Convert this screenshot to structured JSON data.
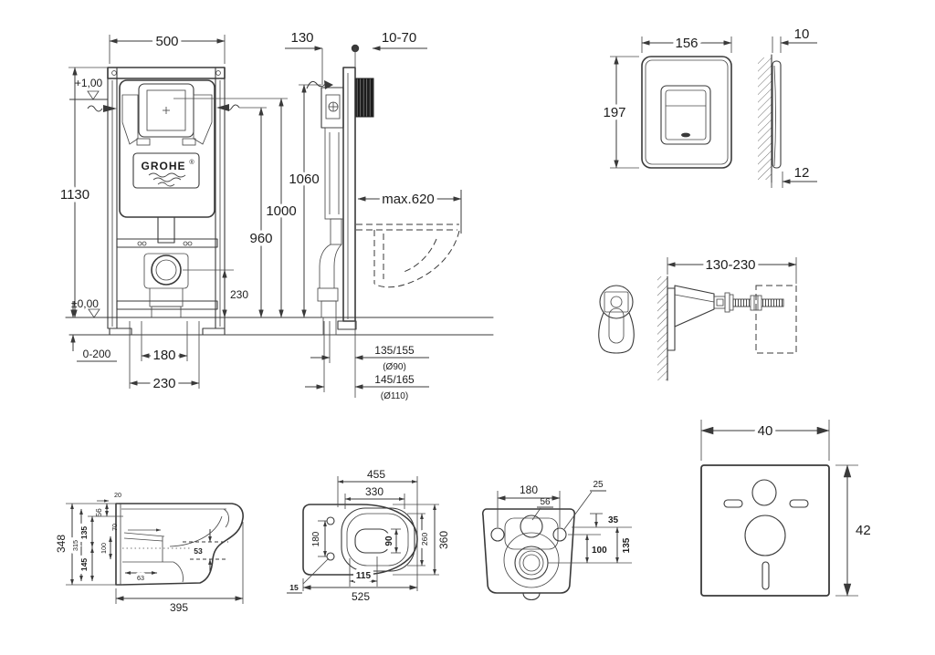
{
  "document": {
    "type": "technical installation drawing",
    "brand_logo": "GROHE",
    "brand_reg": "®"
  },
  "views": {
    "frame_front": {
      "dims": {
        "width": "500",
        "height": "1130",
        "actuator_level": "+1,00",
        "floor_level": "±0,00",
        "foot_adjust": "0-200",
        "bolt_spacing": "180",
        "outlet_spacing": "230",
        "outlet_height": "230",
        "inlet_height": "960",
        "actuator_height": "1000",
        "top_height": "1060"
      }
    },
    "frame_side": {
      "dims": {
        "frame_depth": "130",
        "wall_thickness": "10-70",
        "max_reach": "max.620",
        "drain1": "135/155",
        "drain1_dia": "(Ø90)",
        "drain2": "145/165",
        "drain2_dia": "(Ø110)"
      }
    },
    "flush_plate": {
      "dims": {
        "width": "156",
        "height": "197",
        "depth_top": "10",
        "depth_bottom": "12"
      }
    },
    "wall_bracket": {
      "dims": {
        "range": "130-230"
      }
    },
    "sound_set": {
      "dims": {
        "width": "40",
        "height": "42"
      }
    },
    "bowl_side": {
      "dims": {
        "height": "348",
        "depth": "395",
        "top_to_inlet": "56",
        "mid_upper": "135",
        "mid_lower": "145",
        "inner_height": "315",
        "trap_height": "100",
        "trap_drop": "53",
        "trap_depth": "63",
        "channel": "70",
        "wall_gap": "20"
      }
    },
    "bowl_top": {
      "dims": {
        "inner_length": "455",
        "seat_length": "330",
        "hole_spacing": "180",
        "opening_width": "90",
        "outlet_offset": "115",
        "length": "525",
        "inner_width": "260",
        "width": "360",
        "hole_inset": "15"
      }
    },
    "bowl_rear": {
      "dims": {
        "hole_spacing": "180",
        "inlet_dia": "56",
        "hole_dia": "25",
        "hole_to_inlet": "35",
        "hole_to_outlet": "100",
        "inlet_to_outlet": "135"
      }
    }
  }
}
